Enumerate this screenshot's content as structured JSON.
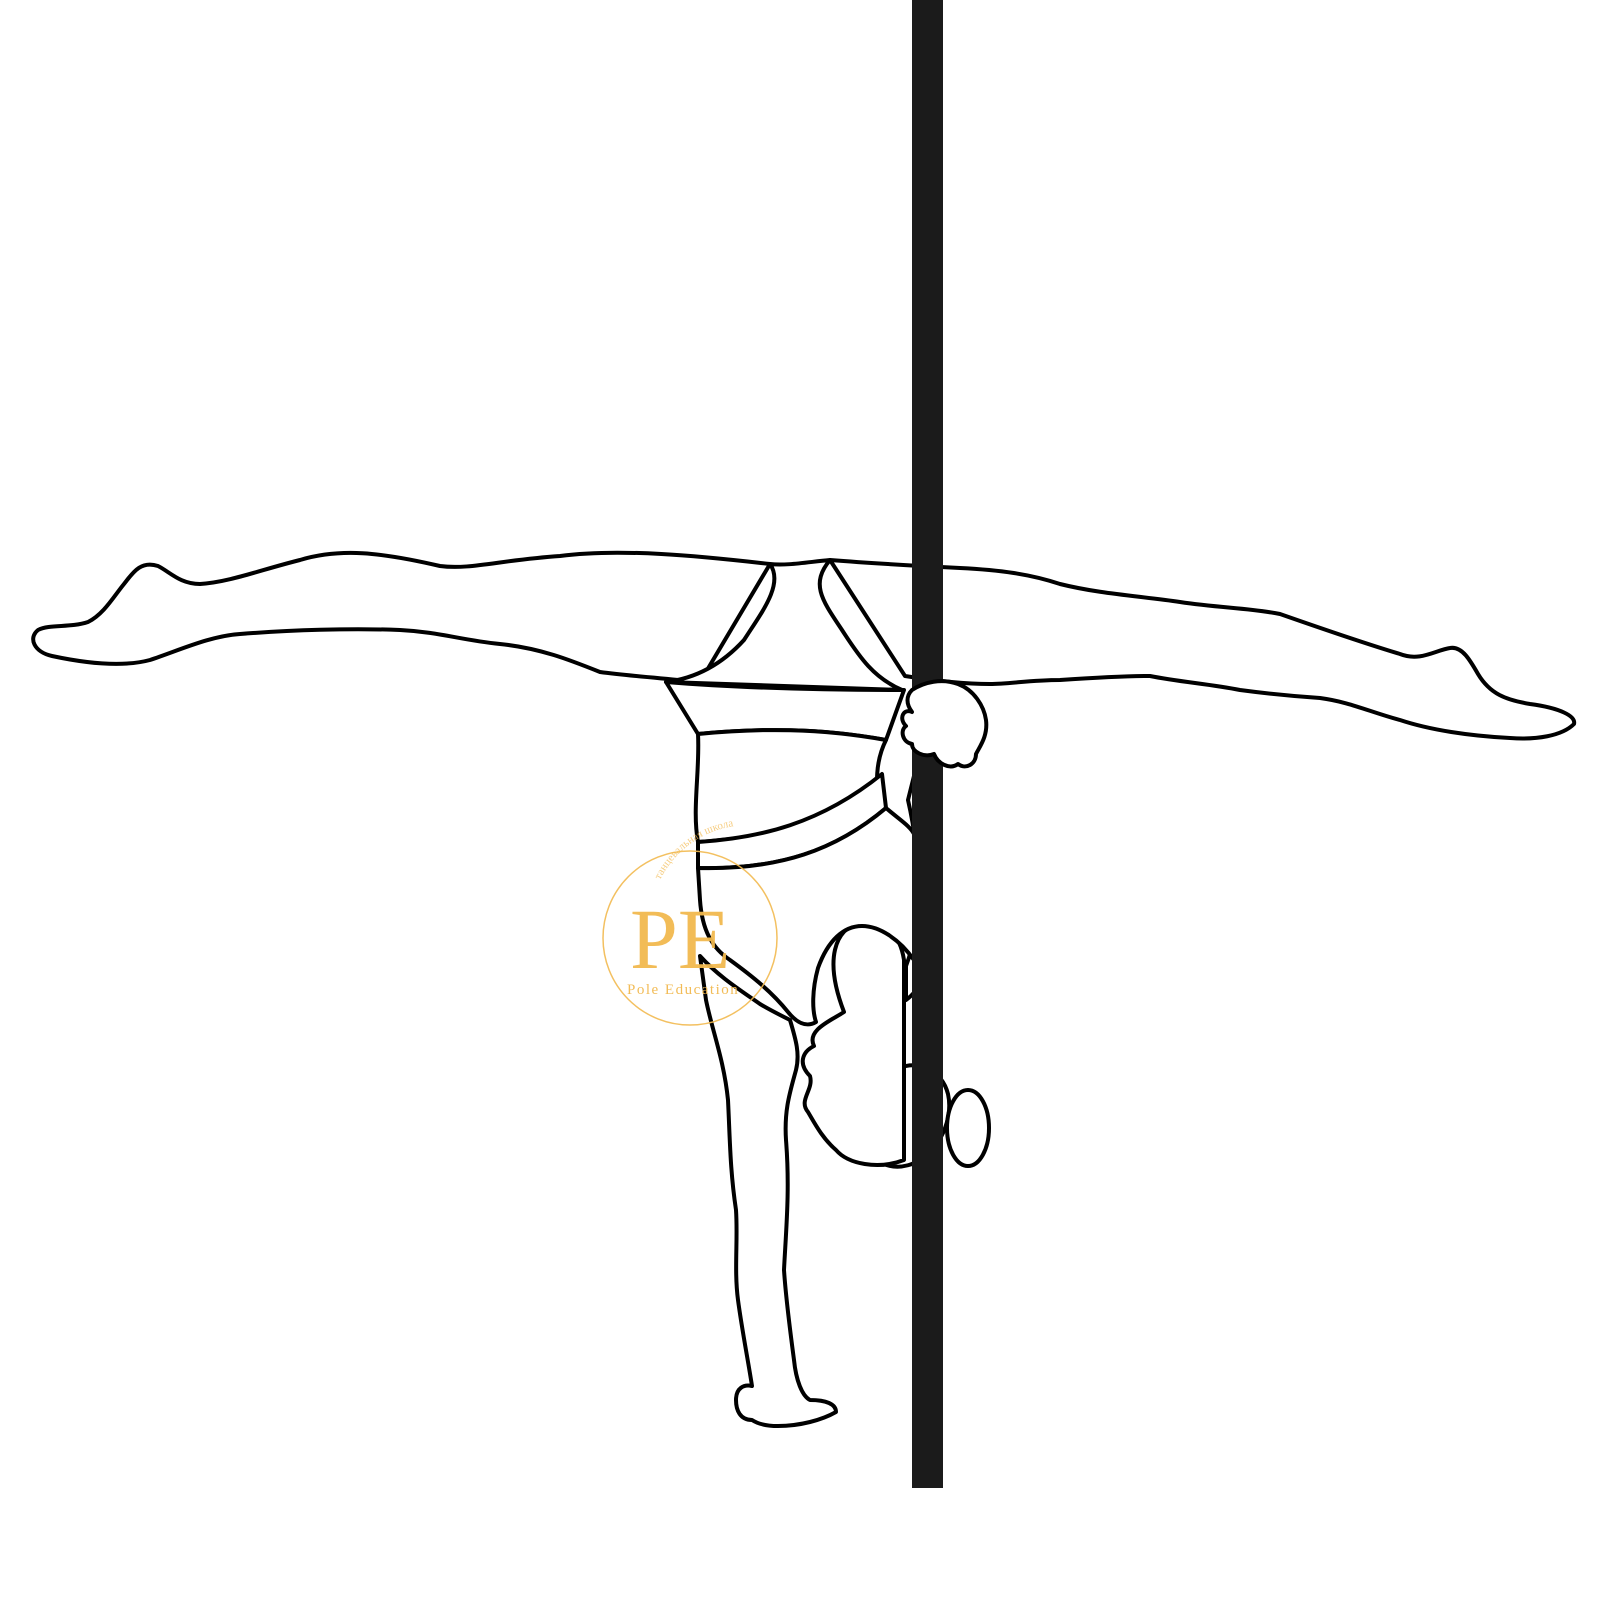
{
  "illustration": {
    "subject": "pole-dancer-figure",
    "colors": {
      "background": "#ffffff",
      "pole": "#1b1b1b",
      "outline": "#000000",
      "skin": "#ffffff",
      "top_garment": "#8896ff",
      "bottom_garment": "#8896ff",
      "trim": "#ff88dd",
      "hair": "#f7ac35",
      "logo": "#f2b94f"
    }
  },
  "watermark": {
    "monogram": "PE",
    "name": "Pole Education",
    "ring_text": "танцевальная школа"
  }
}
